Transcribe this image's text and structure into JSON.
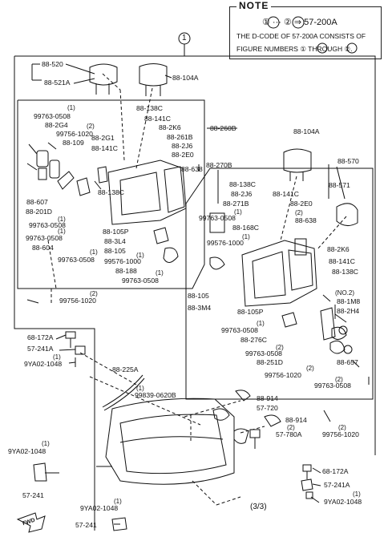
{
  "note": {
    "title": "NOTE",
    "line1": "① ··· ② ⇒ 57-200A",
    "line2": "THE D-CODE OF 57-200A CONSISTS OF",
    "line3": "FIGURE NUMBERS ① THROUGH ②."
  },
  "callouts": {
    "main": "1",
    "sub1": "1",
    "sub2": "2",
    "qty1": "(1)",
    "qty2": "(2)",
    "qty3": "(3/3)",
    "no2": "(NO.2)"
  },
  "parts": {
    "p88_520": "88-520",
    "p88_521a": "88-521A",
    "p88_104a_l": "88-104A",
    "p88_104a_r": "88-104A",
    "p88_138c_a": "88-138C",
    "p88_141c_a": "88-141C",
    "p88_2k6_a": "88-2K6",
    "p88_261b": "88-261B",
    "p88_2j6_a": "88-2J6",
    "p88_2e0_a": "88-2E0",
    "p88_638_a": "88-638",
    "p88_260b": "88-260B",
    "p99763_0508_a": "99763-0508",
    "p88_2g4": "88-2G4",
    "p99756_1020_a": "99756-1020",
    "p88_109": "88-109",
    "p88_2g1": "88-2G1",
    "p88_141c_b": "88-141C",
    "p88_138c_b": "88-138C",
    "p88_607": "88-607",
    "p88_201d": "88-201D",
    "p99763_0508_b": "99763-0508",
    "p99763_0508_c": "99763-0508",
    "p88_604": "88-604",
    "p88_105p_a": "88-105P",
    "p88_3l4": "88-3L4",
    "p88_105": "88-105",
    "p99763_0508_d": "99763-0508",
    "p99576_1000_a": "99576-1000",
    "p88_188": "88-188",
    "p99763_0508_e": "99763-0508",
    "p99756_1020_b": "99756-1020",
    "p88_270b": "88-270B",
    "p88_138c_c": "88-138C",
    "p88_2j6_b": "88-2J6",
    "p88_271b": "88-271B",
    "p88_141c_c": "88-141C",
    "p88_2e0_b": "88-2E0",
    "p88_638_b": "88-638",
    "p99763_0508_f": "99763-0508",
    "p88_168c": "88-168C",
    "p99576_1000_b": "99576-1000",
    "p88_2k6_b": "88-2K6",
    "p88_141c_d": "88-141C",
    "p88_138c_d": "88-138C",
    "p88_570": "88-570",
    "p88_571": "88-571",
    "p88_105_b": "88-105",
    "p88_3m4": "88-3M4",
    "p88_105p_b": "88-105P",
    "p88_1m8": "88-1M8",
    "p88_2h4": "88-2H4",
    "p99763_0508_g": "99763-0508",
    "p88_276c": "88-276C",
    "p99763_0508_h": "99763-0508",
    "p88_251d": "88-251D",
    "p99756_1020_c": "99756-1020",
    "p88_657": "88-657",
    "p99763_0508_i": "99763-0508",
    "p68_172a_a": "68-172A",
    "p57_241a_a": "57-241A",
    "p9ya02_1048_a": "9YA02-1048",
    "p88_225a": "88-225A",
    "p99839_0620b": "99839-0620B",
    "p88_914_a": "88-914",
    "p57_720": "57-720",
    "p88_914_b": "88-914",
    "p57_780a": "57-780A",
    "p99756_1020_d": "99756-1020",
    "p9ya02_1048_b": "9YA02-1048",
    "p57_241_a": "57-241",
    "p9ya02_1048_c": "9YA02-1048",
    "p57_241_b": "57-241",
    "p68_172a_b": "68-172A",
    "p57_241a_b": "57-241A",
    "p9ya02_1048_d": "9YA02-1048"
  },
  "fwd": "FWD"
}
